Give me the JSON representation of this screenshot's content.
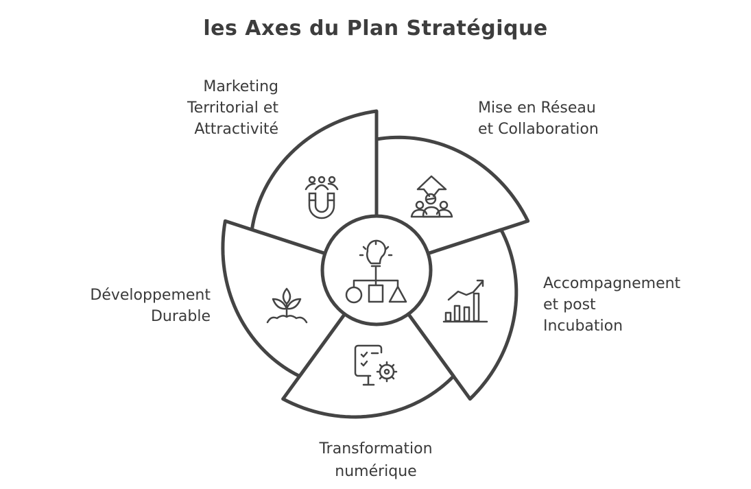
{
  "title": "les Axes du Plan Stratégique",
  "segments": [
    {
      "id": "marketing",
      "lines": [
        "Marketing",
        "Territorial et",
        "Attractivité"
      ],
      "icon": "people-magnet-icon"
    },
    {
      "id": "reseau",
      "lines": [
        "Mise en Réseau",
        "et Collaboration"
      ],
      "icon": "network-growth-icon"
    },
    {
      "id": "accompagnement",
      "lines": [
        "Accompagnement",
        "et post",
        "Incubation"
      ],
      "icon": "growth-chart-icon"
    },
    {
      "id": "transformation",
      "lines": [
        "Transformation",
        "numérique"
      ],
      "icon": "monitor-gear-icon"
    },
    {
      "id": "developpement",
      "lines": [
        "Développement",
        "Durable"
      ],
      "icon": "plant-sprout-icon"
    }
  ],
  "center_icon": "strategy-idea-icon",
  "colors": {
    "stroke": "#444444",
    "fill": "#ffffff",
    "text": "#3a3a3a"
  }
}
